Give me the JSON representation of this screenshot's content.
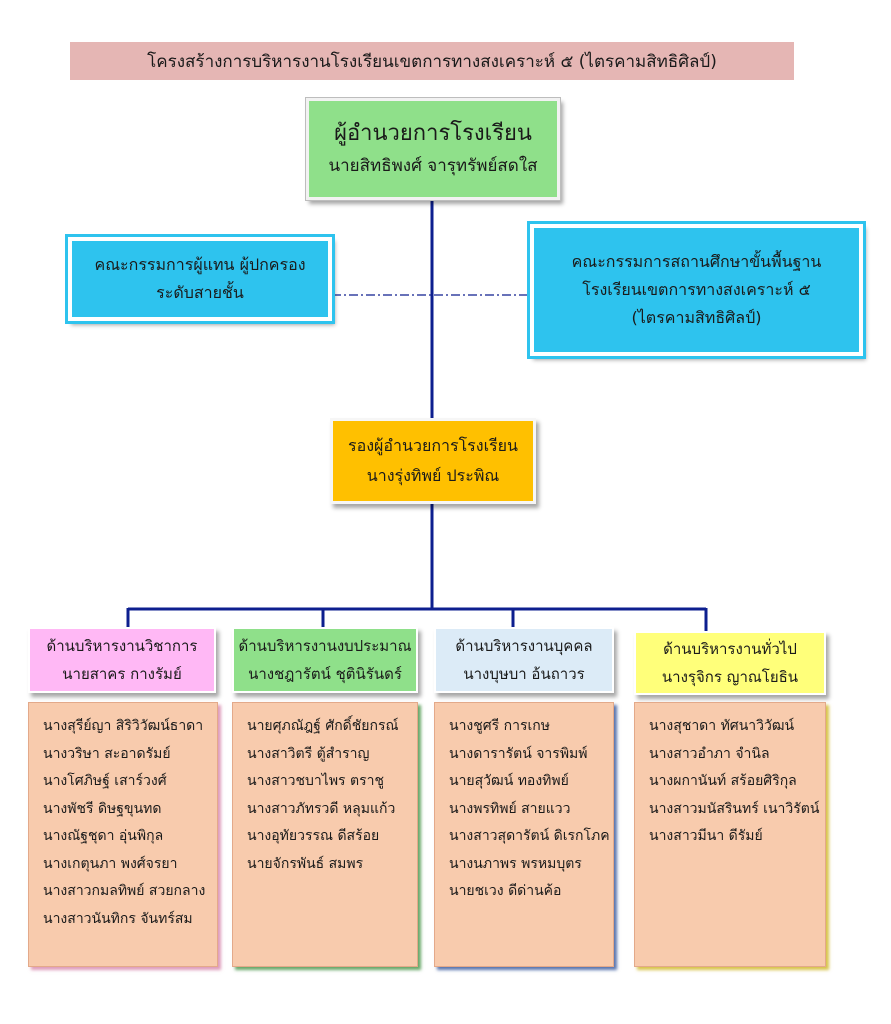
{
  "title": "โครงสร้างการบริหารงานโรงเรียนเขตการทางสงเคราะห์ ๕ (ไตรคามสิทธิศิลป์)",
  "director": {
    "role": "ผู้อำนวยการโรงเรียน",
    "name": "นายสิทธิพงศ์  จารุทรัพย์สดใส"
  },
  "committee_left": {
    "line1": "คณะกรรมการผู้แทน ผู้ปกครอง",
    "line2": "ระดับสายชั้น"
  },
  "committee_right": {
    "line1": "คณะกรรมการสถานศึกษาขั้นพื้นฐาน",
    "line2": "โรงเรียนเขตการทางสงเคราะห์ ๕",
    "line3": "(ไตรคามสิทธิศิลป์)"
  },
  "deputy": {
    "role": "รองผู้อำนวยการโรงเรียน",
    "name": "นางรุ่งทิพย์   ประพิณ"
  },
  "departments": [
    {
      "title": "ด้านบริหารงานวิชาการ",
      "head": "นายสาคร   กางรัมย์",
      "staff": [
        "นางสุรีย์ญา   สิริวิวัฒน์ธาดา",
        "นางวริษา  สะอาดรัมย์",
        "นางโศภิษฐ์   เสาร์วงศ์",
        "นางพัชรี   ดิษฐขุนทด",
        "นางณัฐชุดา   อุ่นพิกุล",
        "นางเกตุนภา   พงศ์จรยา",
        "นางสาวกมลทิพย์   สวยกลาง",
        "นางสาวนันทิกร   จันทร์สม"
      ]
    },
    {
      "title": "ด้านบริหารงานงบประมาณ",
      "head": "นางชฎารัตน์  ชุตินิรันดร์",
      "staff": [
        "นายศุภณัฎฐ์  ศักดิ์ชัยกรณ์",
        "นางสาวิตรี   ตู้สำราญ",
        "นางสาวชบาไพร  ตราชู",
        "นางสาวภัทรวดี   หลุมแก้ว",
        "นางอุทัยวรรณ   ดีสร้อย",
        "นายจักรพันธ์  สมพร"
      ]
    },
    {
      "title": "ด้านบริหารงานบุคคล",
      "head": "นางบุษบา   อ้นถาวร",
      "staff": [
        "นางชูศรี   การเกษ",
        "นางดารารัตน์  จารพิมพ์",
        "นายสุวัฒน์   ทองทิพย์",
        "นางพรทิพย์   สายแวว",
        "นางสาวสุดารัตน์   ดิเรกโภค",
        "นางนภาพร   พรหมบุตร",
        "นายชเวง   ดีด่านค้อ"
      ]
    },
    {
      "title": "ด้านบริหารงานทั่วไป",
      "head": "นางรุจิกร   ญาณโยธิน",
      "staff": [
        "นางสุชาดา   ทัศนาวิวัฒน์",
        "นางสาวอำภา  จำนิล",
        "นางผกานันท์  สร้อยศิริกุล",
        "นางสาวมนัสรินทร์  เนาวิรัตน์",
        "นางสาวมีนา  ดีรัมย์"
      ]
    }
  ],
  "colors": {
    "title_bg": "#e5b6b4",
    "director_bg": "#8fe08a",
    "committee_bg": "#2ec3ee",
    "deputy_bg": "#ffc000",
    "connector": "#0d1f8f",
    "staff_bg": "#f8cbad",
    "dept_academic": "#ffb8f5",
    "dept_budget": "#8fe08a",
    "dept_personnel": "#dcebf7",
    "dept_general": "#ffff7a"
  }
}
